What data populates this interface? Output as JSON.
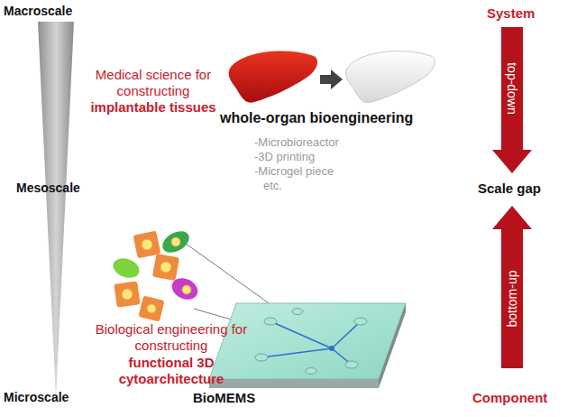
{
  "diagram": {
    "nodes": [
      {
        "text": [
          "top-down"
        ]
      },
      {
        "text": [
          "bottom-up"
        ]
      }
    ],
    "labels": [
      "Macroscale",
      "Medical science for constructing",
      "implantable tissues",
      "whole-organ bioengineering",
      "System",
      "-Microbioreactor",
      "-3D printing",
      "-Microgel piece",
      "etc.",
      "Mesoscale",
      "Scale gap",
      "Biological engineering for constructing",
      "functional 3D cytoarchitecture",
      "BioMEMS",
      "Microscale",
      "Component"
    ]
  }
}
